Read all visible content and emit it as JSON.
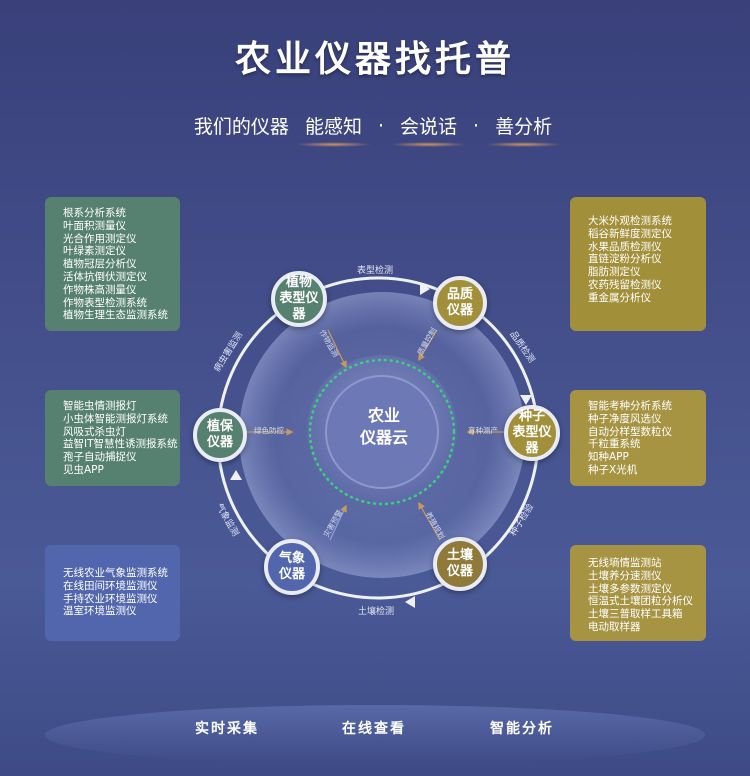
{
  "title": "农业仪器找托普",
  "subtitle": {
    "lead": "我们的仪器",
    "f1": "能感知",
    "dot1": "·",
    "f2": "会说话",
    "dot2": "·",
    "f3": "善分析"
  },
  "center": {
    "line1": "农业",
    "line2": "仪器云"
  },
  "nodes": {
    "zhiwu": {
      "line1": "植物",
      "line2": "表型仪器",
      "color": "#56806f"
    },
    "pinzhi": {
      "line1": "品质",
      "line2": "仪器",
      "color": "#a28f3a"
    },
    "zhongzi": {
      "line1": "种子",
      "line2": "表型仪器",
      "color": "#a28f3a"
    },
    "turang": {
      "line1": "土壤",
      "line2": "仪器",
      "color": "#8f7a3a"
    },
    "qixiang": {
      "line1": "气象",
      "line2": "仪器",
      "color": "#5266ae"
    },
    "zhibao": {
      "line1": "植保",
      "line2": "仪器",
      "color": "#56806f"
    }
  },
  "ring_labels": {
    "top": "表型检测",
    "upper_right": "品质检测",
    "lower_right": "种子检验",
    "bottom": "土壤检测",
    "lower_left": "气象监测",
    "upper_left": "病虫害监测"
  },
  "inner_labels": {
    "zhiwu": "作物监测",
    "pinzhi": "质量控制",
    "zhongzi": "育种测产",
    "turang": "养殖规划",
    "qixiang": "灾害预警",
    "zhibao": "绿色防控"
  },
  "boxes": {
    "plant": [
      "根系分析系统",
      "叶面积测量仪",
      "光合作用测定仪",
      "叶绿素测定仪",
      "植物冠层分析仪",
      "活体抗倒伏测定仪",
      "作物株高测量仪",
      "作物表型检测系统",
      "植物生理生态监测系统"
    ],
    "quality": [
      "大米外观检测系统",
      "稻谷新鲜度测定仪",
      "水果品质检测仪",
      "直链淀粉分析仪",
      "脂肪测定仪",
      "农药残留检测仪",
      "重金属分析仪"
    ],
    "protect": [
      "智能虫情测报灯",
      "小虫体智能测报灯系统",
      "风吸式杀虫灯",
      "益智IT智慧性诱测报系统",
      "孢子自动捕捉仪",
      "见虫APP"
    ],
    "seed": [
      "智能考种分析系统",
      "种子净度风选仪",
      "自动分样型数粒仪",
      "千粒重系统",
      "知种APP",
      "种子X光机"
    ],
    "weather": [
      "无线农业气象监测系统",
      "在线田间环境监测仪",
      "手持农业环境监测仪",
      "温室环境监测仪"
    ],
    "soil": [
      "无线墒情监测站",
      "土壤养分速测仪",
      "土壤多参数测定仪",
      "恒温式土壤团粒分析仪",
      "土壤三普取样工具箱",
      "电动取样器"
    ]
  },
  "bottom": {
    "a": "实时采集",
    "b": "在线查看",
    "c": "智能分析"
  }
}
